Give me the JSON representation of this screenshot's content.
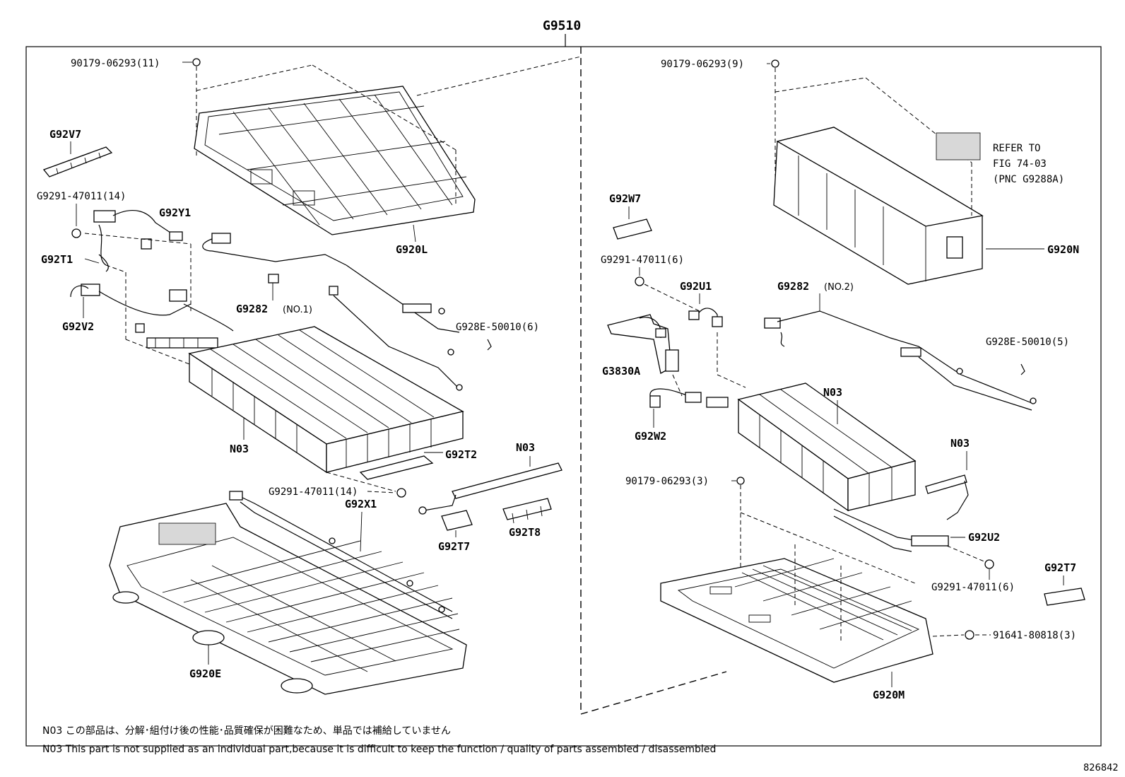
{
  "diagram": {
    "assembly_label": "G9510",
    "figure_number": "826842",
    "refer_note": {
      "line1": "REFER TO",
      "line2": "FIG 74-03",
      "line3": "(PNC G9288A)"
    },
    "left_labels": {
      "nut_top": "90179-06293(11)",
      "g92v7": "G92V7",
      "g9291_a": "G9291-47011(14)",
      "g92y1": "G92Y1",
      "g92t1": "G92T1",
      "g92v2": "G92V2",
      "g920l": "G920L",
      "g9282": "G9282",
      "g9282_suffix": "(NO.1)",
      "g928e": "G928E-50010(6)",
      "n03_pack": "N03",
      "g92t2": "G92T2",
      "n03_bar": "N03",
      "g9291_b": "G9291-47011(14)",
      "g92x1": "G92X1",
      "g92t7": "G92T7",
      "g92t8": "G92T8",
      "g920e": "G920E"
    },
    "right_labels": {
      "nut_top": "90179-06293(9)",
      "g92w7": "G92W7",
      "g920n": "G920N",
      "g9291_a": "G9291-47011(6)",
      "g92u1": "G92U1",
      "g9282": "G9282",
      "g9282_suffix": "(NO.2)",
      "g3830a": "G3830A",
      "g928e": "G928E-50010(5)",
      "n03_pack": "N03",
      "g92w2": "G92W2",
      "n03_bar": "N03",
      "nut_mid": "90179-06293(3)",
      "g92u2": "G92U2",
      "g92t7": "G92T7",
      "g9291_b": "G9291-47011(6)",
      "bolt": "91641-80818(3)",
      "g920m": "G920M"
    },
    "notes": {
      "jp": "N03 この部品は、分解･組付け後の性能･品質確保が困難なため、単品では補給していません",
      "en": "N03 This part is not supplied as an individual part,because it is difficult to keep the function / quality of parts assembled / disassembled"
    }
  }
}
